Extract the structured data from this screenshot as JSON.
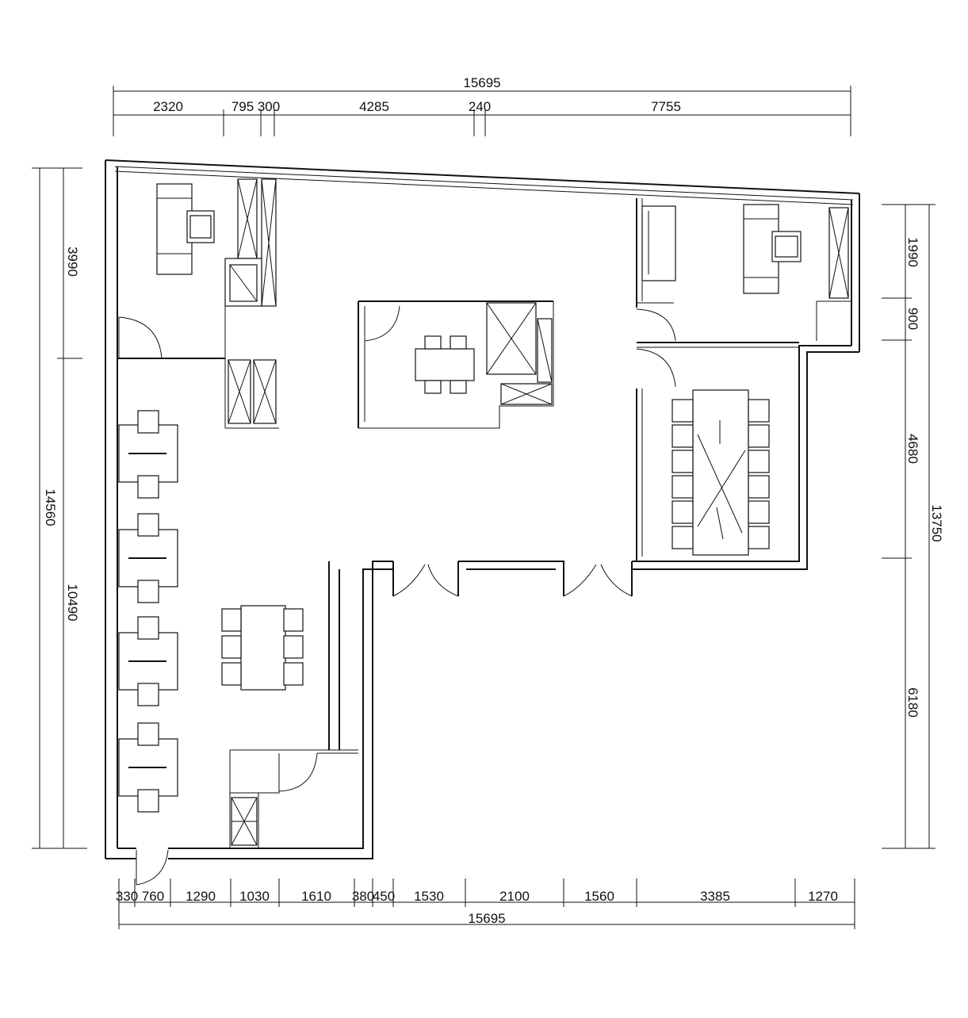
{
  "plan": {
    "top_total": "15695",
    "top_segments": [
      "2320",
      "795",
      "300",
      "4285",
      "240",
      "7755"
    ],
    "bottom_total": "15695",
    "bottom_segments": [
      "330",
      "760",
      "1290",
      "1030",
      "1610",
      "380",
      "450",
      "1530",
      "2100",
      "1560",
      "3385",
      "1270"
    ],
    "left_total": "14560",
    "left_segments": [
      "3990",
      "10490"
    ],
    "right_total": "13750",
    "right_segments": [
      "1990",
      "900",
      "4680",
      "6180"
    ]
  }
}
